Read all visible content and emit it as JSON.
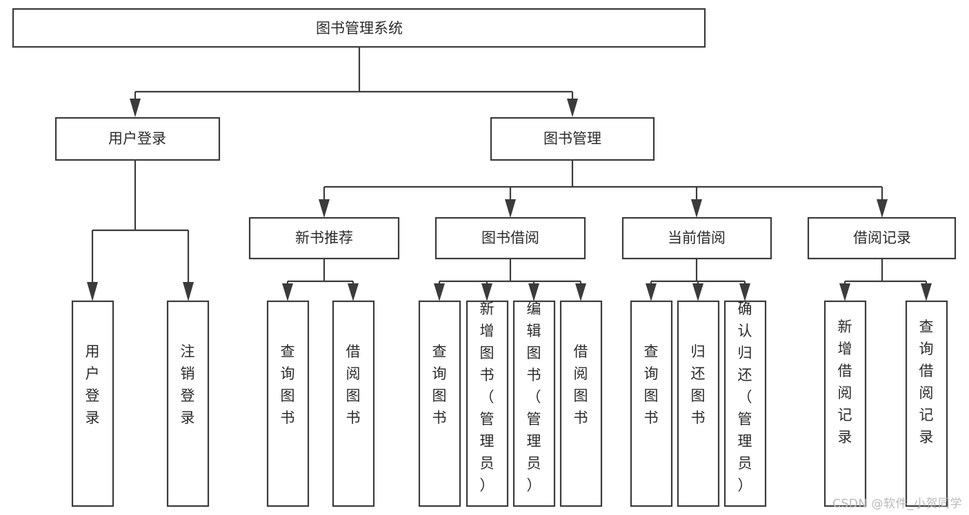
{
  "diagram": {
    "type": "tree-hierarchy",
    "title": "图书管理系统",
    "watermark": "CSDN @软件_小贺同学",
    "colors": {
      "stroke": "#3b3b3b",
      "fill": "#ffffff",
      "text": "#2b2b2b",
      "watermark": "#b9b9b9",
      "background": "#ffffff"
    },
    "root": {
      "id": "root",
      "label": "图书管理系统",
      "orientation": "horizontal"
    },
    "level2": [
      {
        "id": "user-login",
        "label": "用户登录",
        "orientation": "horizontal"
      },
      {
        "id": "book-manage",
        "label": "图书管理",
        "orientation": "horizontal"
      }
    ],
    "level3": [
      {
        "id": "new-book-recommend",
        "label": "新书推荐",
        "orientation": "horizontal",
        "parent": "book-manage"
      },
      {
        "id": "book-borrow",
        "label": "图书借阅",
        "orientation": "horizontal",
        "parent": "book-manage"
      },
      {
        "id": "current-borrow",
        "label": "当前借阅",
        "orientation": "horizontal",
        "parent": "book-manage"
      },
      {
        "id": "borrow-record",
        "label": "借阅记录",
        "orientation": "horizontal",
        "parent": "book-manage"
      }
    ],
    "leaves": [
      {
        "id": "leaf-user-login",
        "label": "用户登录",
        "orientation": "vertical",
        "parent": "user-login"
      },
      {
        "id": "leaf-user-logout",
        "label": "注销登录",
        "orientation": "vertical",
        "parent": "user-login"
      },
      {
        "id": "leaf-query-book-1",
        "label": "查询图书",
        "orientation": "vertical",
        "parent": "new-book-recommend"
      },
      {
        "id": "leaf-borrow-book-1",
        "label": "借阅图书",
        "orientation": "vertical",
        "parent": "new-book-recommend"
      },
      {
        "id": "leaf-query-book-2",
        "label": "查询图书",
        "orientation": "vertical",
        "parent": "book-borrow"
      },
      {
        "id": "leaf-add-book",
        "label": "新增图书（管理员）",
        "orientation": "vertical",
        "parent": "book-borrow"
      },
      {
        "id": "leaf-edit-book",
        "label": "编辑图书（管理员）",
        "orientation": "vertical",
        "parent": "book-borrow"
      },
      {
        "id": "leaf-borrow-book-2",
        "label": "借阅图书",
        "orientation": "vertical",
        "parent": "book-borrow"
      },
      {
        "id": "leaf-query-book-3",
        "label": "查询图书",
        "orientation": "vertical",
        "parent": "current-borrow"
      },
      {
        "id": "leaf-return-book",
        "label": "归还图书",
        "orientation": "vertical",
        "parent": "current-borrow"
      },
      {
        "id": "leaf-confirm-return",
        "label": "确认归还（管理员）",
        "orientation": "vertical",
        "parent": "current-borrow"
      },
      {
        "id": "leaf-add-record",
        "label": "新增借阅记录",
        "orientation": "vertical",
        "parent": "borrow-record"
      },
      {
        "id": "leaf-query-record",
        "label": "查询借阅记录",
        "orientation": "vertical",
        "parent": "borrow-record"
      }
    ]
  }
}
